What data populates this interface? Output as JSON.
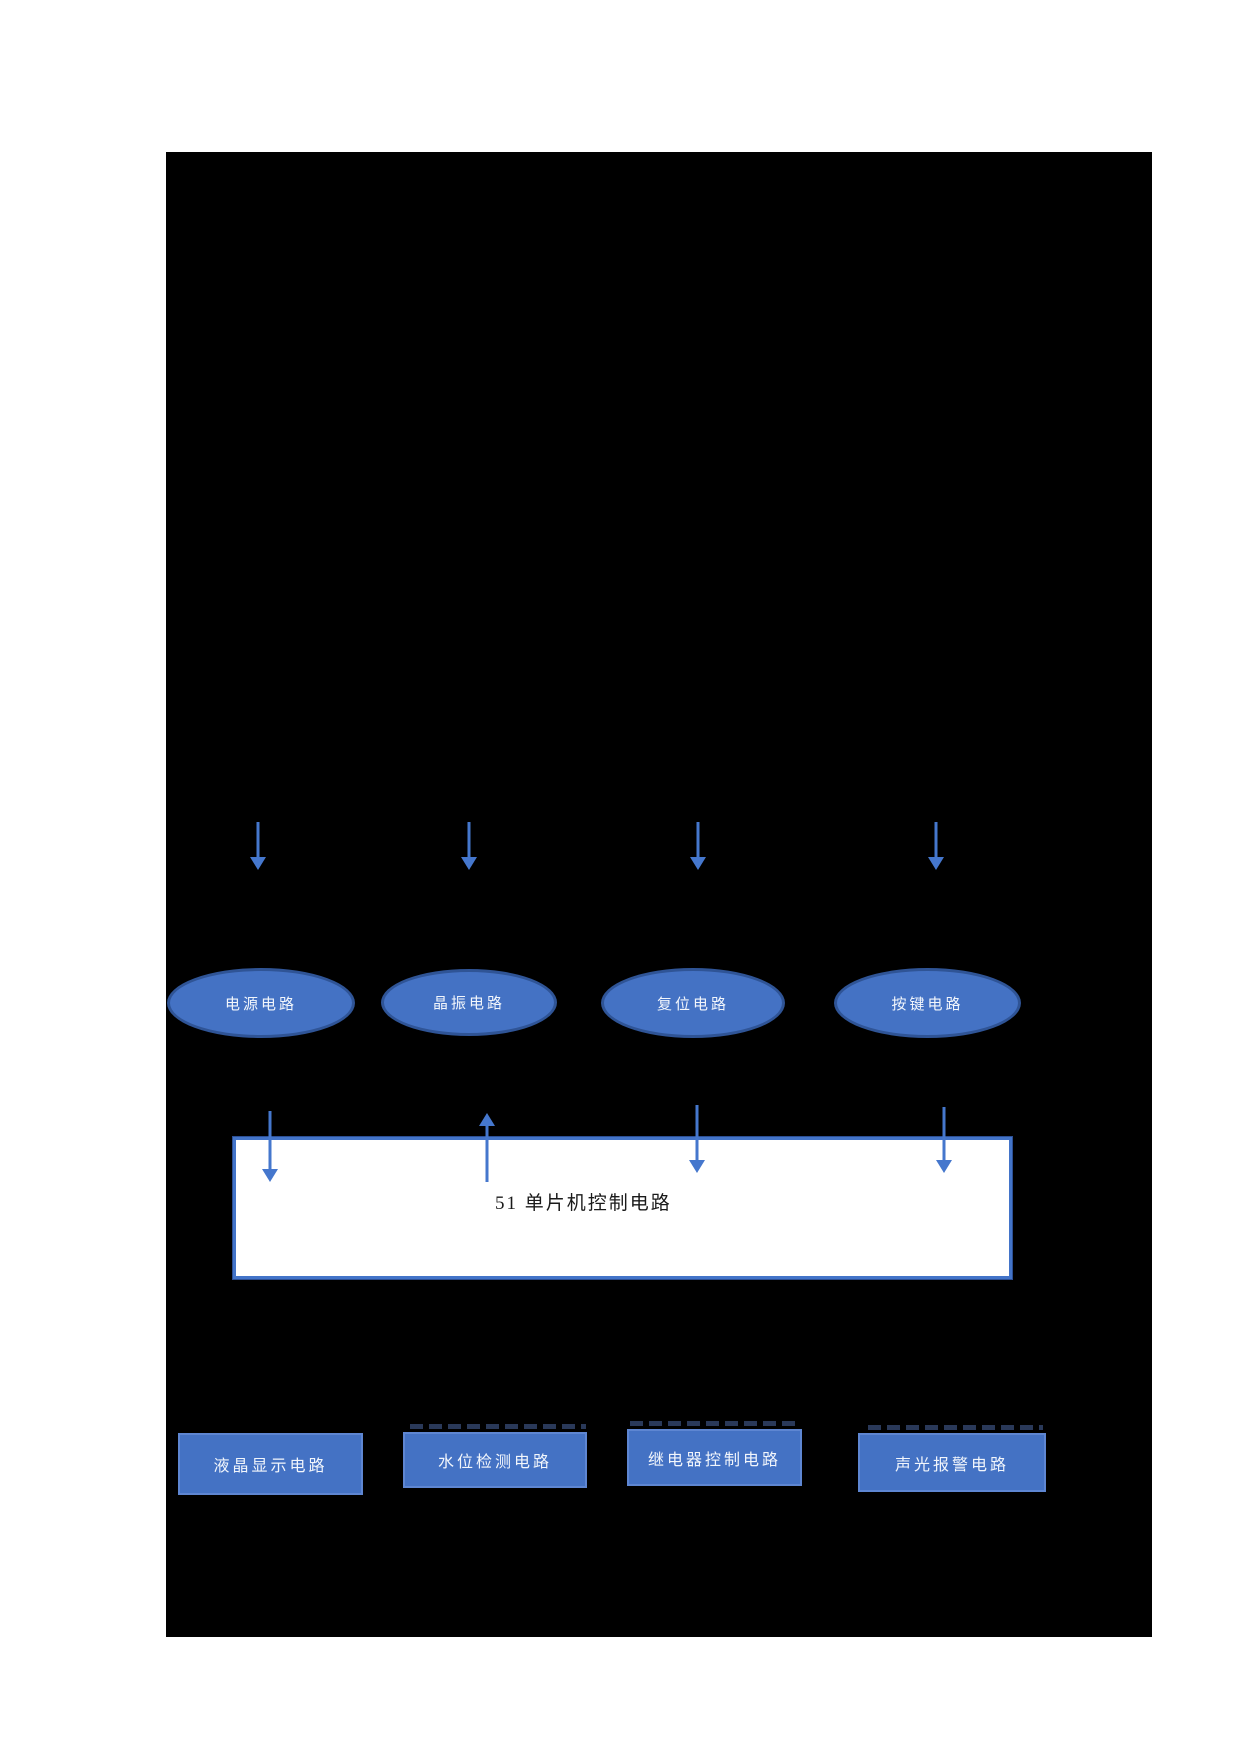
{
  "page": {
    "background": "#FFFFFF",
    "panel_background": "#000000"
  },
  "diagram": {
    "colors": {
      "panel_background": "#000000",
      "node_fill": "#4472C4",
      "node_border": "#2F5496",
      "box_border": "#5E86D2",
      "arrow": "#4577CD",
      "controller_border": "#4374C9",
      "controller_fill": "#FFFFFF",
      "controller_text": "#1A1A1A",
      "node_text": "#F2F6FC",
      "ghost_mark": "#2E3F63"
    },
    "icons": {
      "arrow_down": "▼",
      "arrow_up": "▲"
    },
    "ellipses": [
      {
        "label": "电源电路"
      },
      {
        "label": "晶振电路"
      },
      {
        "label": "复位电路"
      },
      {
        "label": "按键电路"
      }
    ],
    "controller": {
      "label": "51 单片机控制电路"
    },
    "bottom_boxes": [
      {
        "label": "液晶显示电路"
      },
      {
        "label": "水位检测电路"
      },
      {
        "label": "继电器控制电路"
      },
      {
        "label": "声光报警电路"
      }
    ]
  }
}
